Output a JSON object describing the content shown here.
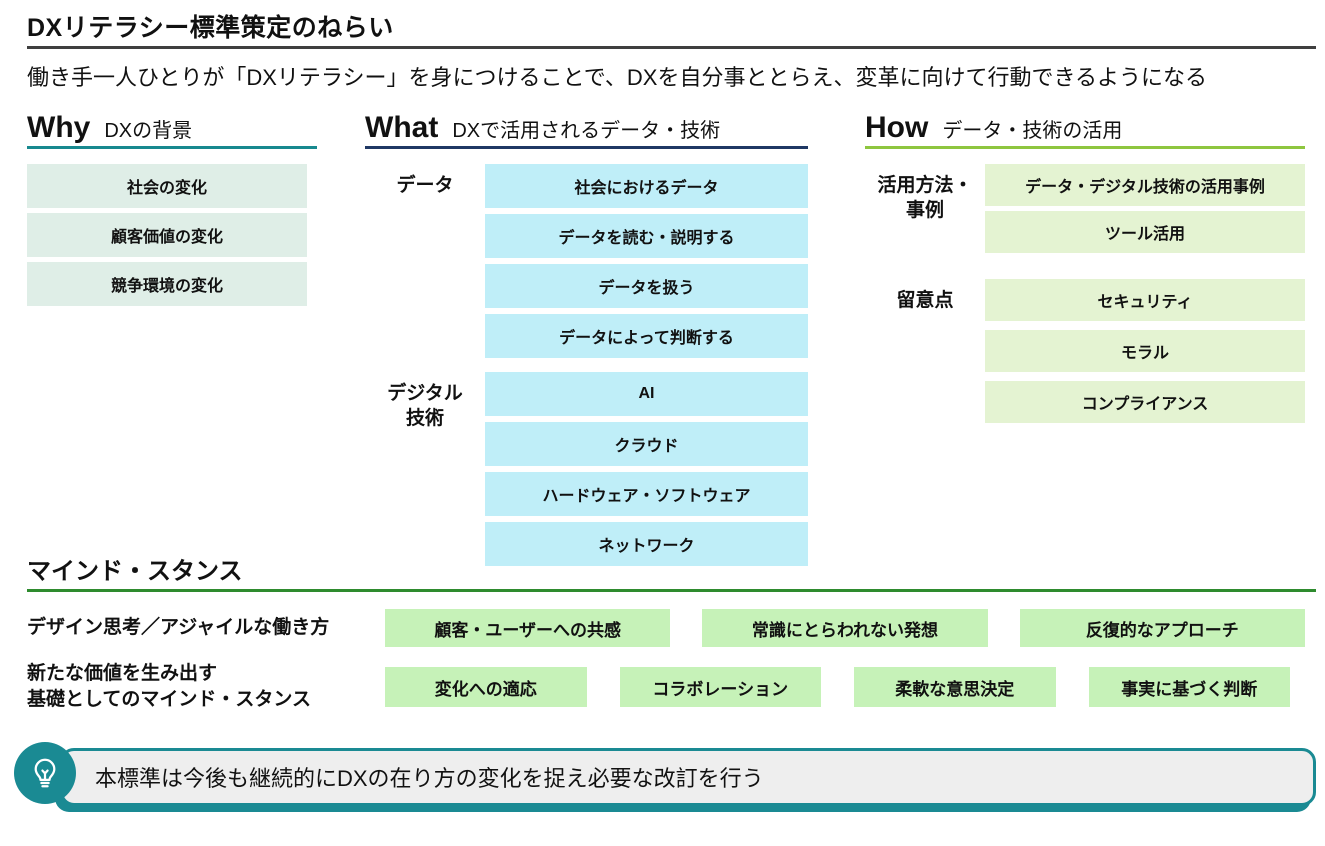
{
  "page": {
    "title": "DXリテラシー標準策定のねらい",
    "subtitle": "働き手一人ひとりが「DXリテラシー」を身につけることで、DXを自分事ととらえ、変革に向けて行動できるようになる"
  },
  "columns": {
    "why": {
      "keyword": "Why",
      "heading": "DXの背景",
      "items": [
        "社会の変化",
        "顧客価値の変化",
        "競争環境の変化"
      ]
    },
    "what": {
      "keyword": "What",
      "heading": "DXで活用されるデータ・技術",
      "groups": [
        {
          "label": "データ",
          "items": [
            "社会におけるデータ",
            "データを読む・説明する",
            "データを扱う",
            "データによって判断する"
          ]
        },
        {
          "label": "デジタル\n技術",
          "items": [
            "AI",
            "クラウド",
            "ハードウェア・ソフトウェア",
            "ネットワーク"
          ]
        }
      ]
    },
    "how": {
      "keyword": "How",
      "heading": "データ・技術の活用",
      "groups": [
        {
          "label": "活用方法・\n事例",
          "items": [
            "データ・デジタル技術の活用事例",
            "ツール活用"
          ]
        },
        {
          "label": "留意点",
          "items": [
            "セキュリティ",
            "モラル",
            "コンプライアンス"
          ]
        }
      ]
    }
  },
  "mind_stance": {
    "heading": "マインド・スタンス",
    "rows": [
      {
        "label": "デザイン思考／アジャイルな働き方",
        "items": [
          "顧客・ユーザーへの共感",
          "常識にとらわれない発想",
          "反復的なアプローチ"
        ]
      },
      {
        "label": "新たな価値を生み出す\n基礎としてのマインド・スタンス",
        "items": [
          "変化への適応",
          "コラボレーション",
          "柔軟な意思決定",
          "事実に基づく判断"
        ]
      }
    ]
  },
  "note": {
    "icon": "lightbulb-icon",
    "text": "本標準は今後も継続的にDXの在り方の変化を捉え必要な改訂を行う"
  },
  "colors": {
    "title_rule": "#3f3f3f",
    "why_accent": "#17898f",
    "what_accent": "#1f3864",
    "how_accent": "#8ec63f",
    "mind_accent": "#2e8b2e",
    "why_box_bg": "#dfeee7",
    "what_box_bg": "#bfeef8",
    "how_box_bg": "#e4f3d2",
    "mind_box_bg": "#c6f2b8",
    "note_accent": "#1a8a93",
    "note_bg": "#eeeeee"
  }
}
